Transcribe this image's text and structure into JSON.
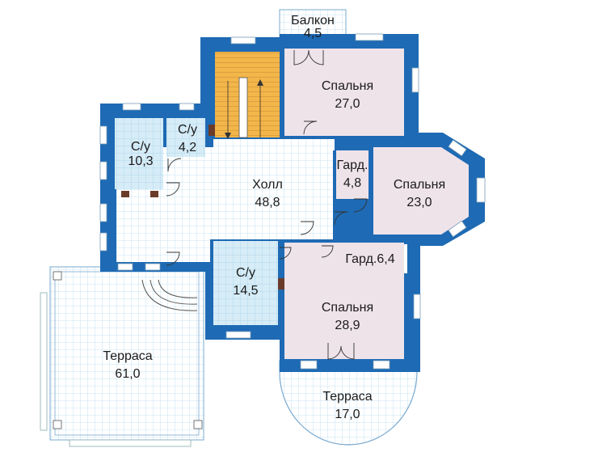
{
  "rooms": {
    "balcony": {
      "name": "Балкон",
      "area": "4,5"
    },
    "bedroom1": {
      "name": "Спальня",
      "area": "27,0"
    },
    "bath1": {
      "name": "С/у",
      "area": "10,3"
    },
    "bath2": {
      "name": "С/у",
      "area": "4,2"
    },
    "hall": {
      "name": "Холл",
      "area": "48,8"
    },
    "wardrobe1": {
      "name": "Гард.",
      "area": "4,8"
    },
    "bedroom2": {
      "name": "Спальня",
      "area": "23,0"
    },
    "wardrobe2": {
      "label": "Гард.6,4"
    },
    "bath3": {
      "name": "С/у",
      "area": "14,5"
    },
    "bedroom3": {
      "name": "Спальня",
      "area": "28,9"
    },
    "terrace1": {
      "name": "Терраса",
      "area": "61,0"
    },
    "terrace2": {
      "name": "Терраса",
      "area": "17,0"
    }
  },
  "colors": {
    "wall": "#1e6ab4",
    "bedroom_floor": "#efe3ea",
    "bathroom_floor": "#d6ecf7",
    "hall_floor": "#ffffff",
    "stairs": "#f3b64a",
    "grid_line": "#b9dcef"
  }
}
